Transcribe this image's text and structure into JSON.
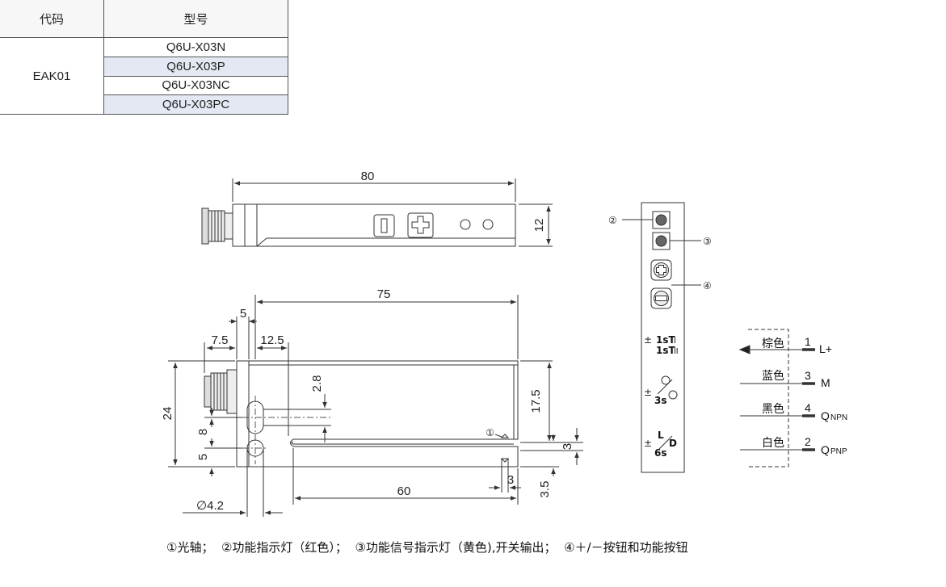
{
  "table": {
    "headers": {
      "code": "代码",
      "model": "型号"
    },
    "code": "EAK01",
    "models": [
      "Q6U-X03N",
      "Q6U-X03P",
      "Q6U-X03NC",
      "Q6U-X03PC"
    ]
  },
  "top_view": {
    "dim_length": "80",
    "dim_height": "12"
  },
  "front_view": {
    "dim_75": "75",
    "dim_5": "5",
    "dim_7_5": "7.5",
    "dim_12_5": "12.5",
    "dim_2_8": "2.8",
    "dim_24": "24",
    "dim_8": "8",
    "dim_5b": "5",
    "dim_17_5": "17.5",
    "dim_3a": "3",
    "dim_3b": "3",
    "dim_3_5": "3.5",
    "dim_60": "60",
    "dim_dia": "∅4.2",
    "callout_1": "①"
  },
  "side_panel": {
    "callout_2": "②",
    "callout_3": "③",
    "callout_4": "④",
    "plusminus": "±",
    "t1_label": "1sT",
    "t1_sub": "I",
    "t2_label": "1sT",
    "t2_sub": "II",
    "lock_time": "3s",
    "ld_top": "L",
    "ld_right": "D",
    "ld_time": "6s"
  },
  "wiring": [
    {
      "color": "棕色",
      "pin": "1",
      "signal": "L+",
      "sub": ""
    },
    {
      "color": "蓝色",
      "pin": "3",
      "signal": "M",
      "sub": ""
    },
    {
      "color": "黑色",
      "pin": "4",
      "signal": "Q",
      "sub": "NPN"
    },
    {
      "color": "白色",
      "pin": "2",
      "signal": "Q",
      "sub": "PNP"
    }
  ],
  "caption": "①光轴；  ②功能指示灯（红色）；  ③功能信号指示灯（黄色),开关输出；  ④＋/－按钮和功能按钮"
}
